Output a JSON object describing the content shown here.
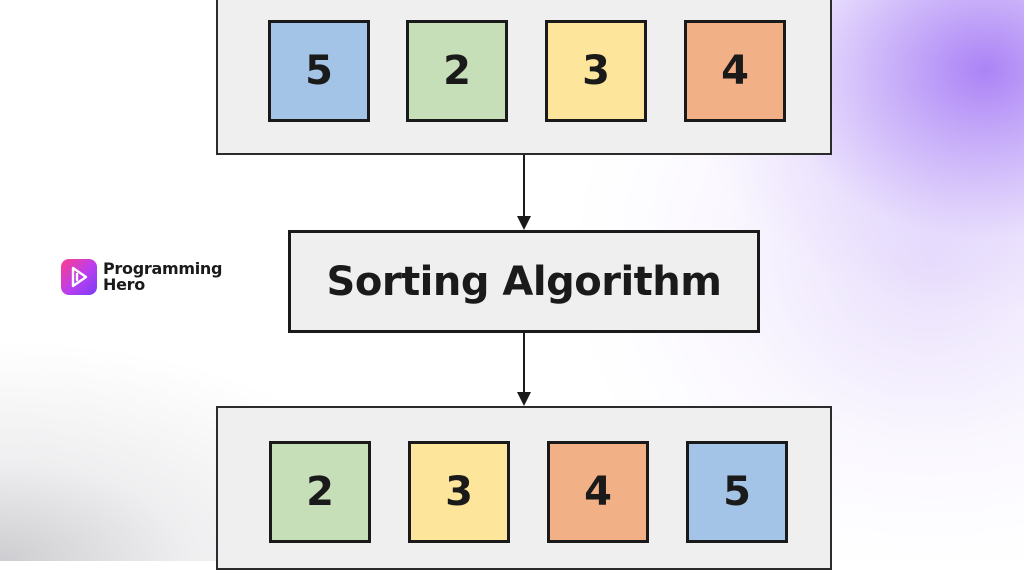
{
  "input_values": [
    "5",
    "2",
    "3",
    "4"
  ],
  "algorithm_label": "Sorting Algorithm",
  "output_values": [
    "2",
    "3",
    "4",
    "5"
  ],
  "brand": {
    "line1": "Programming",
    "line2": "Hero",
    "icon": "play-logo-icon"
  },
  "colors": {
    "blue": "#a3c3e7",
    "green": "#c7dfb8",
    "yellow": "#fde69b",
    "orange": "#f2b087",
    "panel": "#efefef",
    "border": "#1a1a1a"
  }
}
